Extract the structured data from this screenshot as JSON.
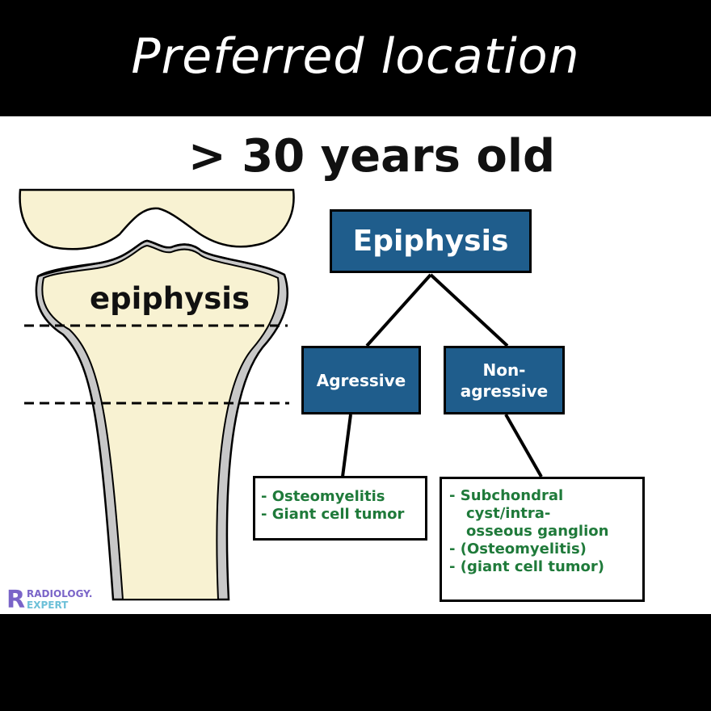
{
  "header": {
    "title": "Preferred location"
  },
  "slide": {
    "heading": "> 30 years old",
    "bone_label": "epiphysis"
  },
  "tree": {
    "root": "Epiphysis",
    "branches": [
      {
        "label": "Agressive",
        "items": [
          "- Osteomyelitis",
          "- Giant cell tumor"
        ]
      },
      {
        "label": "Non-\nagressive",
        "items": [
          "- Subchondral",
          "cyst/intra-",
          "osseous ganglion",
          "- (Osteomyelitis)",
          "- (giant cell tumor)"
        ]
      }
    ]
  },
  "logo": {
    "line1": "RADIOLOGY.",
    "line2": "EXPERT",
    "mark": "R"
  },
  "colors": {
    "background": "#000000",
    "slide": "#ffffff",
    "box_fill": "#1f5d8c",
    "list_text": "#1f7a3a",
    "bone_fill": "#f8f2d2",
    "cortex": "#c8c8c8",
    "logo_purple": "#7a64c8",
    "logo_cyan": "#6cc0d8"
  }
}
